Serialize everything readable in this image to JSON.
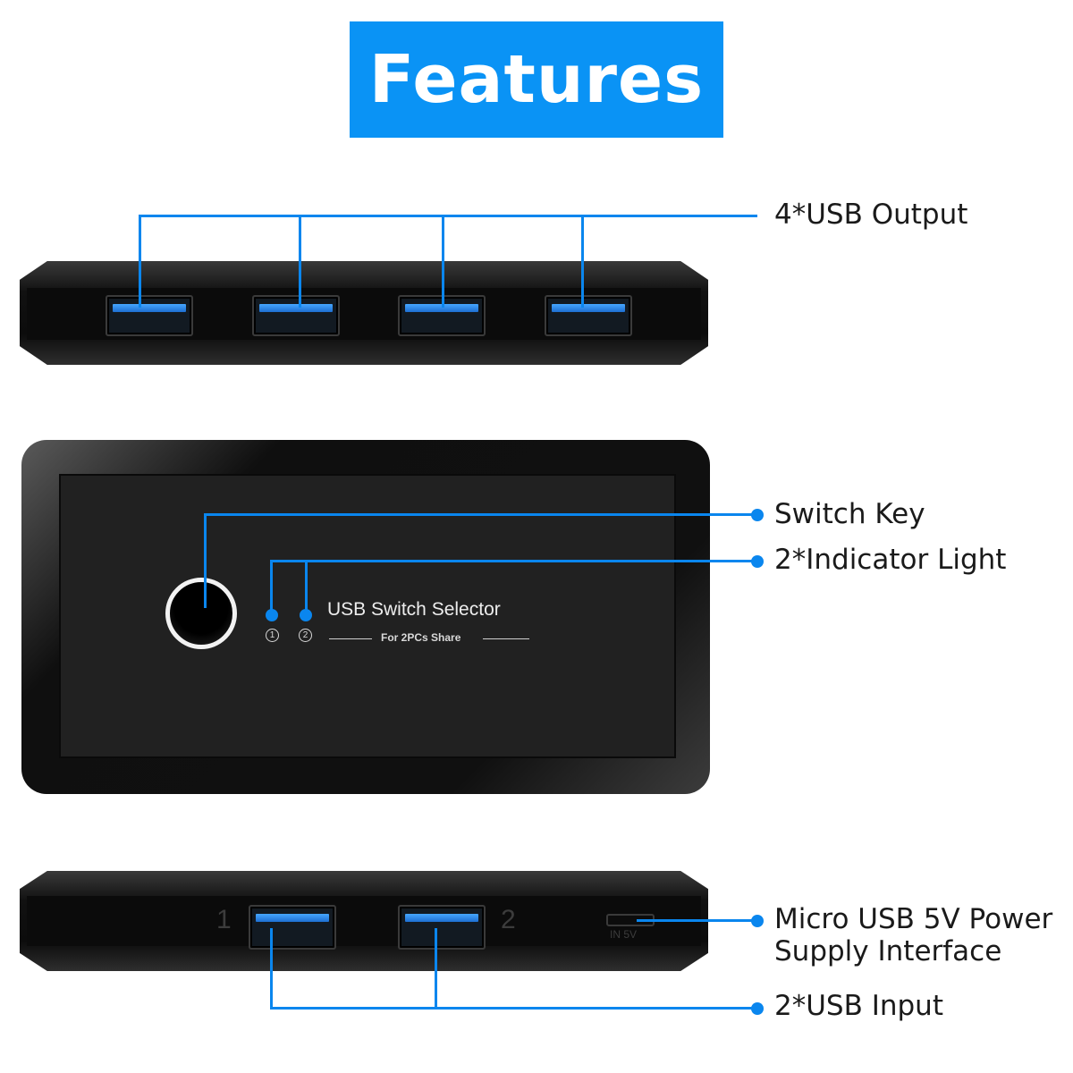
{
  "banner": {
    "title": "Features",
    "color": "#0a93f5"
  },
  "accent_color": "#0a86ee",
  "callouts": {
    "usb_output": "4*USB Output",
    "switch_key": "Switch Key",
    "indicator_light": "2*Indicator Light",
    "micro_usb_line1": "Micro USB 5V Power",
    "micro_usb_line2": "Supply Interface",
    "usb_input": "2*USB Input"
  },
  "device": {
    "title": "USB Switch Selector",
    "subtitle": "For 2PCs Share",
    "indicator_numbers": [
      "1",
      "2"
    ],
    "input_port_numbers": [
      "1",
      "2"
    ],
    "power_port_label": "IN 5V"
  }
}
